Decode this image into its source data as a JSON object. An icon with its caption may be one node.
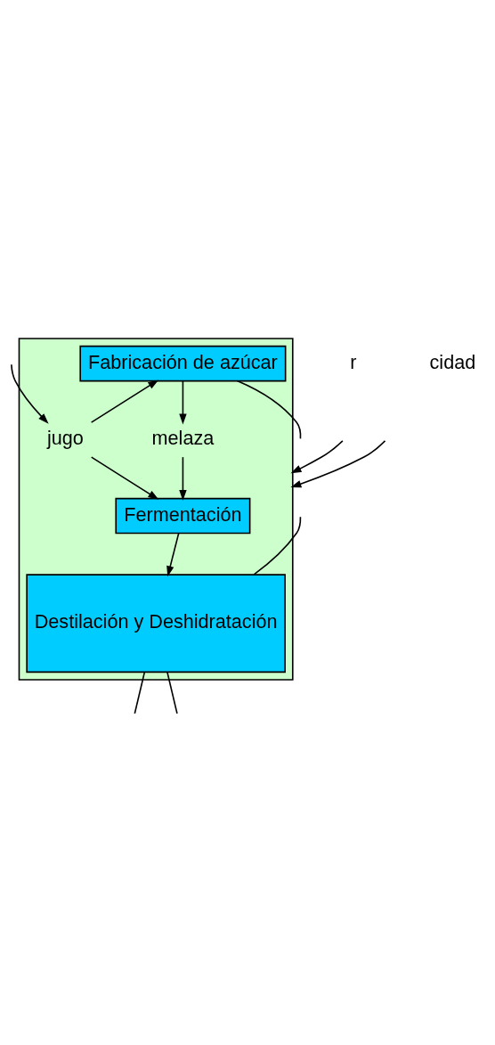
{
  "diagram": {
    "nodes": [
      {
        "text": [],
        "shape": "box"
      },
      {
        "text": [
          "Fabricación de azúcar"
        ],
        "in": 0
      },
      {
        "text": [
          "jugo"
        ],
        "in": 0
      },
      {
        "text": [
          "melaza"
        ],
        "in": 0
      },
      {
        "text": [
          "Fermentación"
        ],
        "in": 0
      },
      {
        "text": [
          "Destilación y Deshidratación"
        ],
        "in": 0
      }
    ],
    "edges": [
      {
        "from": 2,
        "to": 1,
        "arrow": "to"
      },
      {
        "from": 1,
        "to": 3,
        "arrow": "to"
      },
      {
        "from": 2,
        "to": 4,
        "arrow": "to"
      },
      {
        "from": 3,
        "to": 4,
        "arrow": "to"
      },
      {
        "from": 4,
        "to": 5,
        "arrow": "to"
      },
      {
        "from": null,
        "to": 2,
        "arrow": "to"
      },
      {
        "from": null,
        "to": 0,
        "arrow": "to"
      },
      {
        "from": null,
        "to": 0,
        "arrow": "to"
      },
      {
        "from": 1,
        "to": null,
        "arrow": "none"
      },
      {
        "from": null,
        "to": 5,
        "arrow": "none"
      },
      {
        "from": 5,
        "to": null,
        "arrow": "none"
      },
      {
        "from": 5,
        "to": null,
        "arrow": "none"
      }
    ],
    "labels": [
      "r",
      "cidad"
    ]
  }
}
